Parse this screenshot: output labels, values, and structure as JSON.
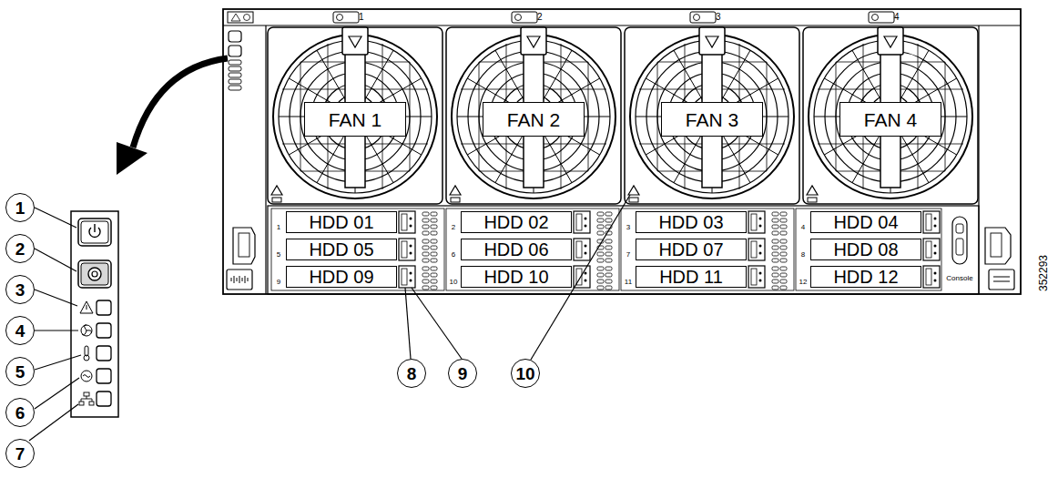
{
  "diagram": {
    "nodes": [
      {
        "text": [
          "FAN 1"
        ]
      },
      {
        "text": [
          "FAN 2"
        ]
      },
      {
        "text": [
          "FAN 3"
        ]
      },
      {
        "text": [
          "FAN 4"
        ]
      },
      {
        "text": [
          "HDD 01"
        ]
      },
      {
        "text": [
          "HDD 02"
        ]
      },
      {
        "text": [
          "HDD 03"
        ]
      },
      {
        "text": [
          "HDD 04"
        ]
      },
      {
        "text": [
          "HDD 05"
        ]
      },
      {
        "text": [
          "HDD 06"
        ]
      },
      {
        "text": [
          "HDD 07"
        ]
      },
      {
        "text": [
          "HDD 08"
        ]
      },
      {
        "text": [
          "HDD 09"
        ]
      },
      {
        "text": [
          "HDD 10"
        ]
      },
      {
        "text": [
          "HDD 11"
        ]
      },
      {
        "text": [
          "HDD 12"
        ]
      },
      {
        "text": [
          "1"
        ]
      },
      {
        "text": [
          "2"
        ]
      },
      {
        "text": [
          "3"
        ]
      },
      {
        "text": [
          "4"
        ]
      },
      {
        "text": [
          "5"
        ]
      },
      {
        "text": [
          "6"
        ]
      },
      {
        "text": [
          "7"
        ]
      },
      {
        "text": [
          "8"
        ]
      },
      {
        "text": [
          "9"
        ]
      },
      {
        "text": [
          "10"
        ]
      }
    ],
    "labels": [
      "1",
      "2",
      "3",
      "4",
      "1",
      "2",
      "3",
      "4",
      "5",
      "6",
      "7",
      "8",
      "9",
      "10",
      "11",
      "12",
      "Console",
      "352293"
    ]
  }
}
